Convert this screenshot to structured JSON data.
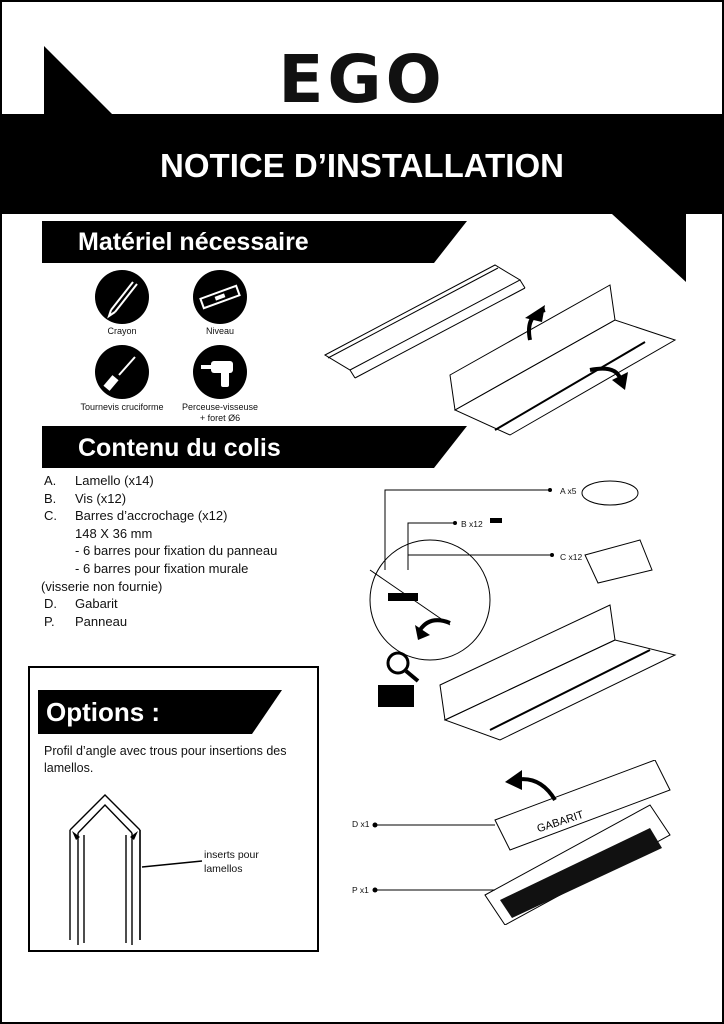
{
  "header": {
    "brand": "EGO",
    "title": "NOTICE D’INSTALLATION"
  },
  "materials": {
    "heading": "Matériel nécessaire",
    "tools": [
      {
        "label": "Crayon",
        "icon": "pencil-icon"
      },
      {
        "label": "Niveau",
        "icon": "level-icon"
      },
      {
        "label": "Tournevis cruciforme",
        "icon": "screwdriver-icon"
      },
      {
        "label": "Perceuse-visseuse",
        "sub": "+ foret Ø6",
        "icon": "drill-icon"
      }
    ]
  },
  "contents": {
    "heading": "Contenu du colis",
    "items": [
      {
        "key": "A.",
        "text": "Lamello (x14)"
      },
      {
        "key": "B.",
        "text": "Vis (x12)"
      },
      {
        "key": "C.",
        "text": "Barres d’accrochage (x12)"
      },
      {
        "key": "",
        "text": "148 X 36 mm"
      },
      {
        "key": "",
        "text": "- 6 barres pour fixation du panneau"
      },
      {
        "key": "",
        "text": "- 6 barres pour fixation murale"
      },
      {
        "key": "",
        "text": "(visserie non fournie)",
        "full": true
      },
      {
        "key": "D.",
        "text": "Gabarit"
      },
      {
        "key": "P.",
        "text": "Panneau"
      }
    ]
  },
  "options": {
    "heading": "Options :",
    "description": "Profil d’angle avec trous pour insertions des lamellos.",
    "insert_label_1": "inserts pour",
    "insert_label_2": "lamellos"
  },
  "diagram": {
    "part_a": "A x5",
    "part_b": "B x12",
    "part_c": "C x12",
    "part_d": "D x1",
    "part_p": "P x1",
    "gabarit": "GABARIT"
  },
  "colors": {
    "ink": "#000000",
    "paper": "#ffffff"
  }
}
